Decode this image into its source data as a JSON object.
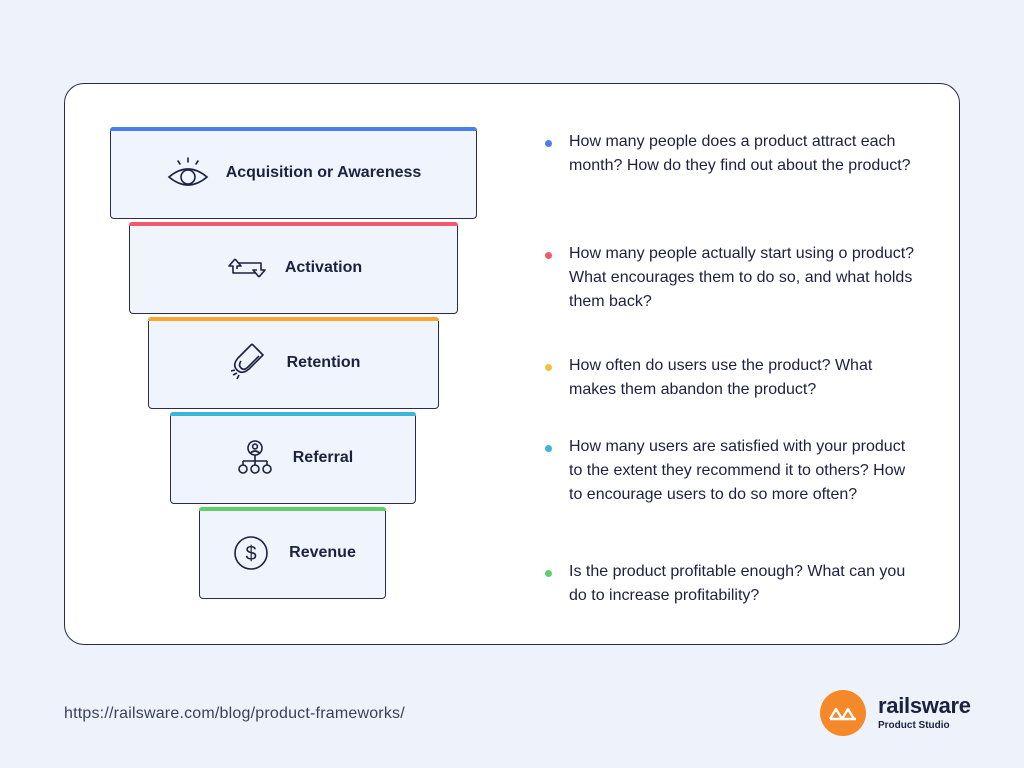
{
  "funnel": {
    "stages": [
      {
        "label": "Acquisition or Awareness",
        "icon": "eye-icon",
        "color": "#4d7cf0"
      },
      {
        "label": "Activation",
        "icon": "arrows-cycle-icon",
        "color": "#ef5a6d"
      },
      {
        "label": "Retention",
        "icon": "magnet-icon",
        "color": "#f9a533"
      },
      {
        "label": "Referral",
        "icon": "referral-network-icon",
        "color": "#3bb6d9"
      },
      {
        "label": "Revenue",
        "icon": "dollar-icon",
        "color": "#5fcf6a"
      }
    ]
  },
  "questions": [
    {
      "text": "How many people does a product attract each month? How do they find out about the product?",
      "color": "#4d7cf0"
    },
    {
      "text": "How many people actually start using o product? What encourages them to do so, and what holds them back?",
      "color": "#ef5a6d"
    },
    {
      "text": "How often do users use the product? What makes them abandon the product?",
      "color": "#f5c03a"
    },
    {
      "text": "How many users are satisfied with your product to the extent they recommend it to others? How to encourage users to do so more often?",
      "color": "#3bb6d9"
    },
    {
      "text": "Is the product profitable enough? What can you do to increase profitability?",
      "color": "#5fcf6a"
    }
  ],
  "footer": {
    "url": "https://railsware.com/blog/product-frameworks/",
    "brand_name": "railsware",
    "brand_sub": "Product Studio",
    "brand_color": "#f5892a"
  }
}
